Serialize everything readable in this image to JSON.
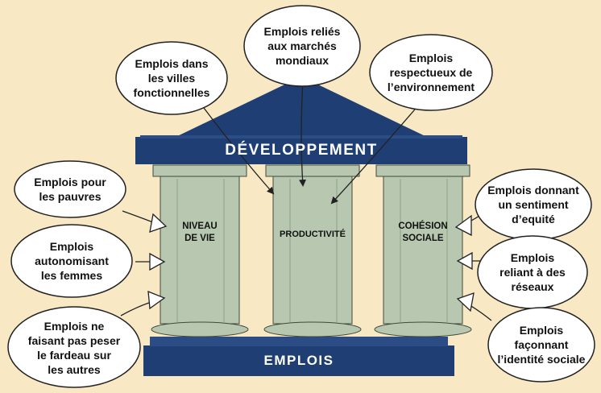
{
  "colors": {
    "background": "#f8e8c4",
    "roof": "#1f3f74",
    "pillar": "#b7c7b0",
    "pillar_outline": "#3f4a3b",
    "bubble_fill": "#ffffff",
    "bubble_stroke": "#222222"
  },
  "roof_title": "DÉVELOPPEMENT",
  "base_title": "EMPLOIS",
  "pillars": {
    "left": "NIVEAU\nDE VIE",
    "center": "PRODUCTIVITÉ",
    "right": "COHÉSION\nSOCIALE"
  },
  "bubbles": {
    "top_left": "Emplois dans\nles villes\nfonctionnelles",
    "top_center": "Emplois reliés\naux marchés\nmondiaux",
    "top_right": "Emplois\nrespectueux de\nl’environnement",
    "left_1": "Emplois pour\nles pauvres",
    "left_2": "Emplois\nautonomisant\nles femmes",
    "left_3": "Emplois ne\nfaisant pas peser\nle fardeau sur\nles autres",
    "right_1": "Emplois donnant\nun sentiment\nd’equité",
    "right_2": "Emplois\nreliant à des\nréseaux",
    "right_3": "Emplois\nfaçonnant\nl’identité sociale"
  }
}
